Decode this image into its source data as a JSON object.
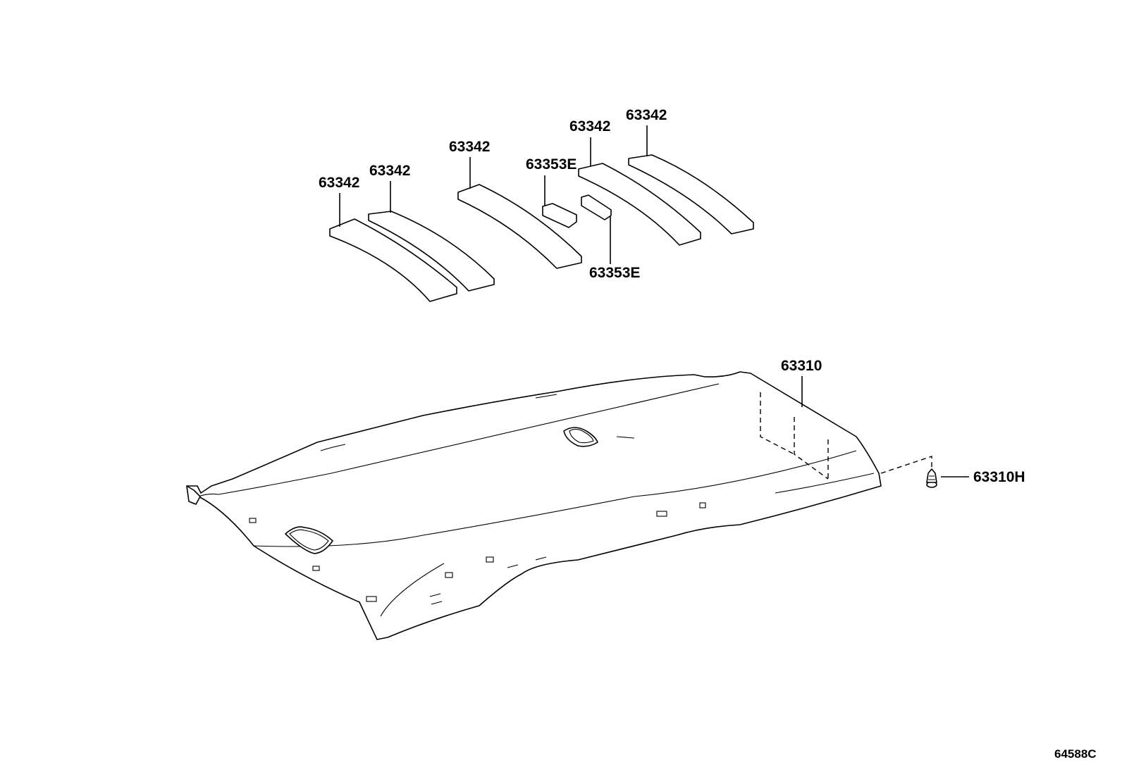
{
  "parts": {
    "pad_1": "63342",
    "pad_2": "63342",
    "pad_3": "63342",
    "spacer_1": "63353E",
    "pad_4": "63342",
    "pad_5": "63342",
    "spacer_2": "63353E",
    "headlining": "63310",
    "clip": "63310H"
  },
  "illustration_ref": "64588C"
}
